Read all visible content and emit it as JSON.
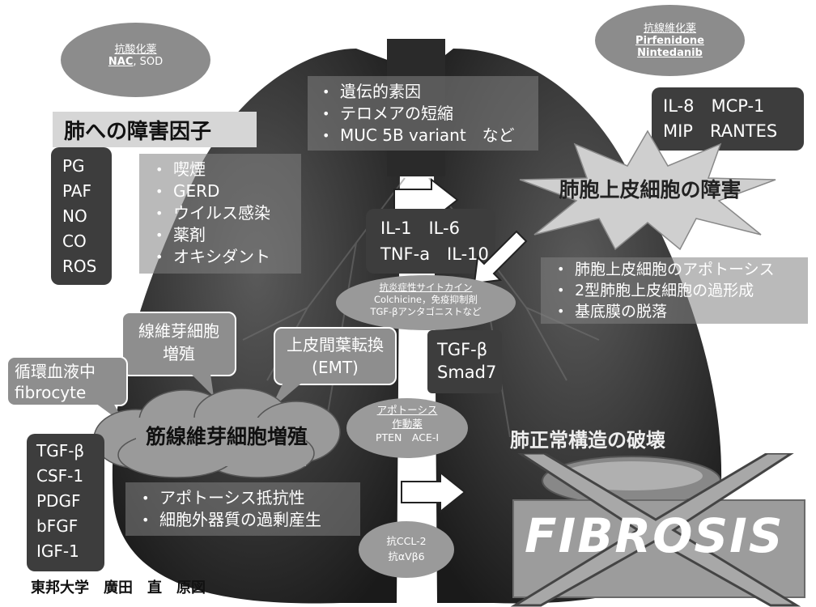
{
  "ellipse_antioxidant": {
    "title": "抗酸化薬",
    "drug1": "NAC",
    "drug2": ", SOD"
  },
  "ellipse_antifibrotic": {
    "title": "抗線維化薬",
    "drug1": "Pirfenidone",
    "drug2": "Nintedanib"
  },
  "ellipse_antiinflammatory": {
    "title": "抗炎症性サイトカイン",
    "line2": "Colchicine，免疫抑制剤",
    "line3": "TGF-βアンタゴニストなど"
  },
  "ellipse_apoptosis": {
    "title1": "アポトーシス",
    "title2": "作動薬",
    "line2": "PTEN　ACE-I"
  },
  "ellipse_anticcl": {
    "line1": "抗CCL-2",
    "line2": "抗αVβ6"
  },
  "genetic": {
    "items": [
      "遺伝的素因",
      "テロメアの短縮",
      "MUC 5B variant　など"
    ]
  },
  "injury_title": "肺への障害因子",
  "mediators_left": [
    "PG",
    "PAF",
    "NO",
    "CO",
    "ROS"
  ],
  "injury_factors": [
    "喫煙",
    "GERD",
    "ウイルス感染",
    "薬剤",
    "オキシダント"
  ],
  "cytokines_top_right": [
    "IL-8　MCP-1",
    "MIP　RANTES"
  ],
  "epithelial_injury": "肺胞上皮細胞の障害",
  "cytokines_center": [
    "IL-1　IL-6",
    "TNF-a　IL-10"
  ],
  "epithelial_changes": [
    "肺胞上皮細胞のアポトーシス",
    "2型肺胞上皮細胞の過形成",
    "基底膜の脱落"
  ],
  "tgf_smad": [
    "TGF-β",
    "Smad7"
  ],
  "callout_fibroblast": [
    "線維芽細胞",
    "増殖"
  ],
  "callout_emt": [
    "上皮間葉転換",
    "(EMT)"
  ],
  "callout_fibrocyte": [
    "循環血液中",
    "fibrocyte"
  ],
  "myofibroblast": "筋線維芽細胞増殖",
  "growth_factors": [
    "TGF-β",
    "CSF-1",
    "PDGF",
    "bFGF",
    "IGF-1"
  ],
  "resistance": [
    "アポトーシス抵抗性",
    "細胞外器質の過剰産生"
  ],
  "destruction": "肺正常構造の破壊",
  "fibrosis": "FIBROSIS",
  "credit": "東邦大学　廣田　直　原図"
}
